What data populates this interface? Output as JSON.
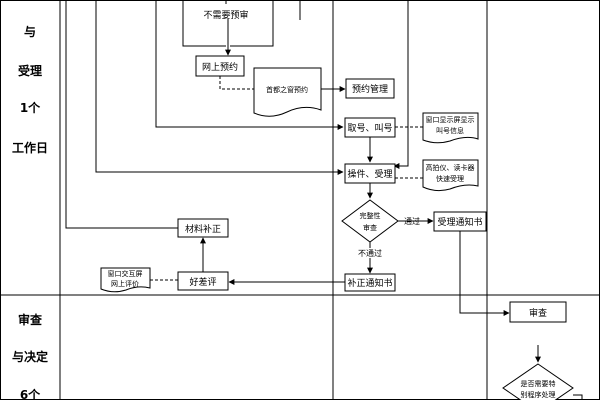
{
  "stage_labels": {
    "accept": [
      "与",
      "受理",
      "1个",
      "工作日"
    ],
    "review": [
      "审查",
      "与决定",
      "6个"
    ]
  },
  "nodes": {
    "no_appointment": "不需要预审",
    "online_appointment": "网上预约",
    "first_window_appointment": "首都之窗预约",
    "appointment_mgmt": "预约管理",
    "ticket_call": "取号、叫号",
    "window_display": [
      "窗口显示屏显示",
      "叫号信息"
    ],
    "operate_accept": "操件、受理",
    "scanner": [
      "高拍仪、读卡器",
      "快速受理"
    ],
    "completeness": [
      "完整性",
      "审查"
    ],
    "accept_notice": "受理通知书",
    "material_supplement": "材料补正",
    "window_interact": [
      "窗口交互屏",
      "网上评价"
    ],
    "rating": "好差评",
    "correction_notice": "补正通知书",
    "review": "审查",
    "special_procedure": [
      "是否需要特",
      "别程序处理"
    ]
  },
  "edge_labels": {
    "passed": "通过",
    "not_passed": "不通过"
  }
}
